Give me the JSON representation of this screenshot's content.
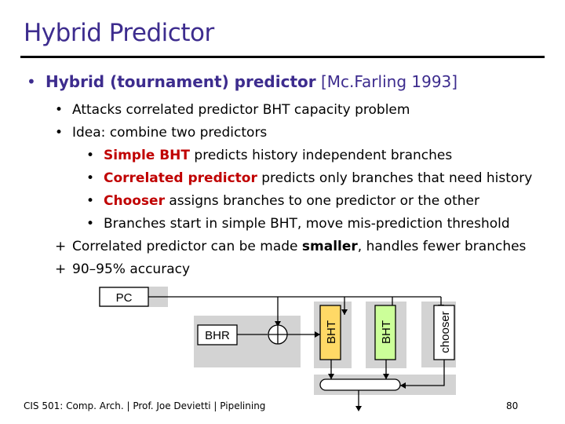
{
  "slide": {
    "title": "Hybrid Predictor",
    "main_bullet": {
      "symbol": "•",
      "bold": "Hybrid (tournament) predictor",
      "rest": " [Mc.Farling 1993]"
    },
    "lines": [
      {
        "mark": "•",
        "parts": [
          {
            "text": "Attacks correlated predictor BHT capacity problem",
            "style": ""
          }
        ]
      },
      {
        "mark": "•",
        "parts": [
          {
            "text": "Idea: combine two predictors",
            "style": ""
          }
        ]
      },
      {
        "mark": "•",
        "parts": [
          {
            "text": "Simple BHT",
            "style": "red"
          },
          {
            "text": " predicts history independent branches",
            "style": ""
          }
        ]
      },
      {
        "mark": "•",
        "parts": [
          {
            "text": "Correlated predictor",
            "style": "red"
          },
          {
            "text": " predicts only branches that need history",
            "style": ""
          }
        ]
      },
      {
        "mark": "•",
        "parts": [
          {
            "text": "Chooser",
            "style": "red"
          },
          {
            "text": " assigns branches to one predictor or the other",
            "style": ""
          }
        ]
      },
      {
        "mark": "•",
        "parts": [
          {
            "text": "Branches start in simple BHT, move mis-prediction threshold",
            "style": ""
          }
        ]
      },
      {
        "mark": "+",
        "parts": [
          {
            "text": "Correlated predictor can be made ",
            "style": ""
          },
          {
            "text": "smaller",
            "style": "b"
          },
          {
            "text": ", handles fewer branches",
            "style": ""
          }
        ]
      },
      {
        "mark": "+",
        "parts": [
          {
            "text": "90–95% accuracy",
            "style": ""
          }
        ]
      }
    ]
  },
  "diagram": {
    "pc_label": "PC",
    "bhr_label": "BHR",
    "xor_symbol": "⊕",
    "bht1_label": "BHT",
    "bht2_label": "BHT",
    "chooser_label": "chooser",
    "colors": {
      "gray": "#d3d3d3",
      "box_yellow": "#ffd966",
      "box_green": "#ccff99",
      "white": "#ffffff"
    }
  },
  "footer": {
    "text": "CIS 501: Comp. Arch.  |  Prof. Joe Devietti  |  Pipelining",
    "page_number": "80"
  }
}
